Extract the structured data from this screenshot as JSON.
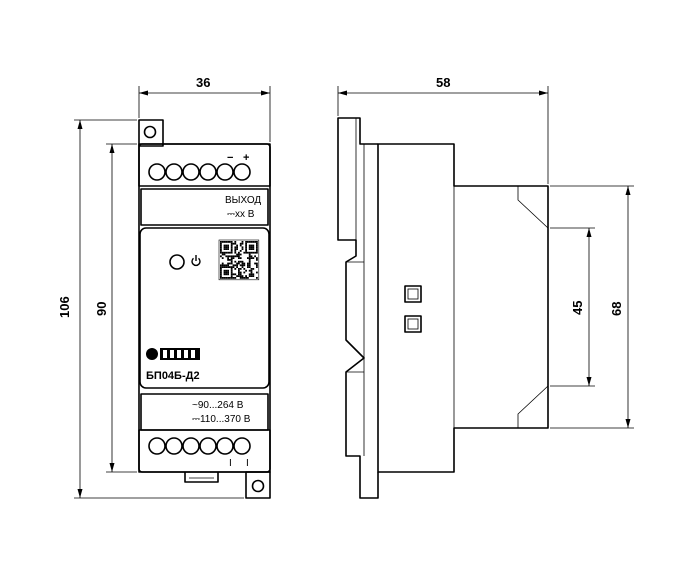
{
  "dimensions": {
    "width_front": "36",
    "depth_side": "58",
    "height_total": "106",
    "height_body": "90",
    "height_inner": "45",
    "height_mid": "68"
  },
  "front_panel": {
    "output_label": "ВЫХОД",
    "output_voltage": "⎓xx В",
    "terminal_minus": "−",
    "terminal_plus": "+",
    "model": "БП04Б-Д2",
    "input_ac": "~90...264 В",
    "input_dc": "⎓110...370 В",
    "bottom_mark_1": "I",
    "bottom_mark_2": "I"
  },
  "icons": {
    "power_led": "power-icon",
    "qr": "qr-code-icon",
    "brand": "brand-logo-icon"
  }
}
